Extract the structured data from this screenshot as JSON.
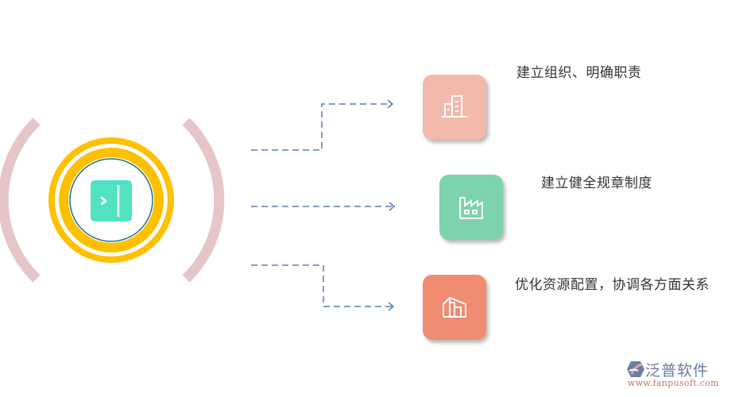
{
  "diagram": {
    "hub": {
      "icon": "panel-collapse-icon",
      "ring_color": "#FFC000",
      "inner_border_color": "#1F6F78",
      "icon_bg_color": "#50E3C2",
      "arc_color": "#E5C5C8"
    },
    "connector_color": "#5B7DB1",
    "items": [
      {
        "label": "建立组织、明确职责",
        "icon": "buildings-icon",
        "color": "#F3B9AB"
      },
      {
        "label": "建立健全规章制度",
        "icon": "factory-icon",
        "color": "#7DD3AB"
      },
      {
        "label": "优化资源配置，协调各方面关系",
        "icon": "warehouse-icon",
        "color": "#F08C72"
      }
    ]
  },
  "watermark": {
    "brand": "泛普软件",
    "url": "www.fanpusoft.com"
  }
}
